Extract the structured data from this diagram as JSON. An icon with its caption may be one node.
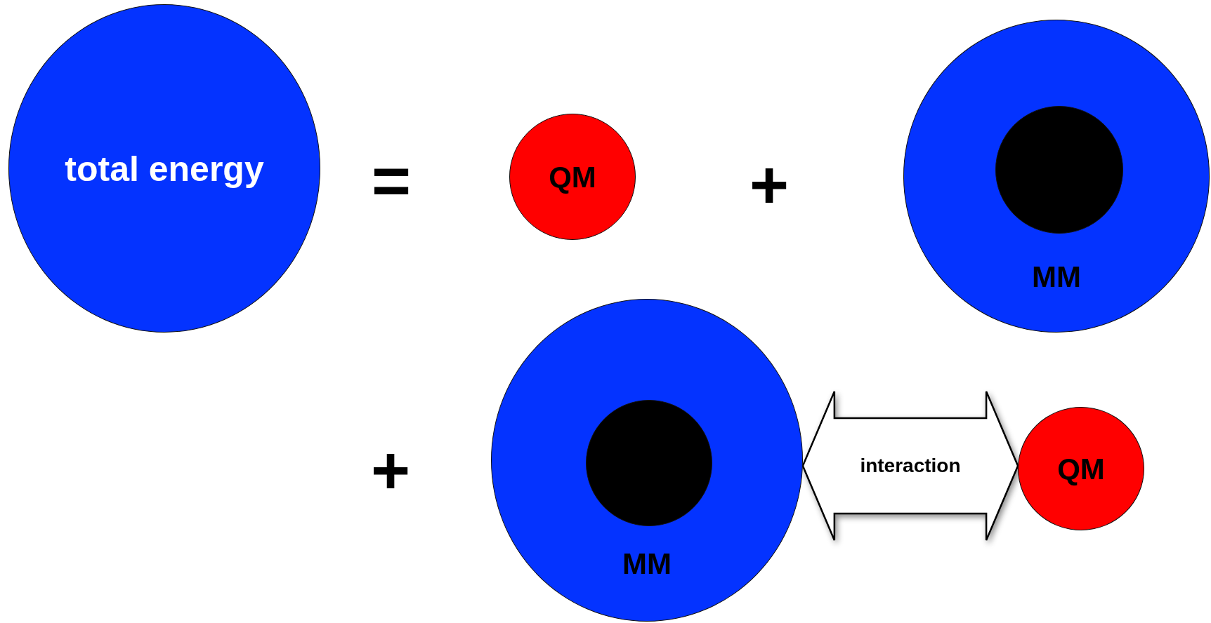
{
  "diagram": {
    "nodes": [
      {
        "text": [
          "total energy"
        ]
      },
      {
        "text": [
          "QM"
        ]
      },
      {
        "text": [
          "MM"
        ]
      },
      {
        "text": [],
        "shape": "circle",
        "in": 2
      },
      {
        "text": [
          "MM"
        ]
      },
      {
        "text": [],
        "shape": "circle",
        "in": 4
      },
      {
        "text": [
          "QM"
        ]
      }
    ],
    "edges": [
      {
        "from": 4,
        "to": 6,
        "arrow": "both",
        "label": "interaction",
        "style": "thick"
      }
    ],
    "labels": [
      "=",
      "+",
      "+"
    ]
  }
}
